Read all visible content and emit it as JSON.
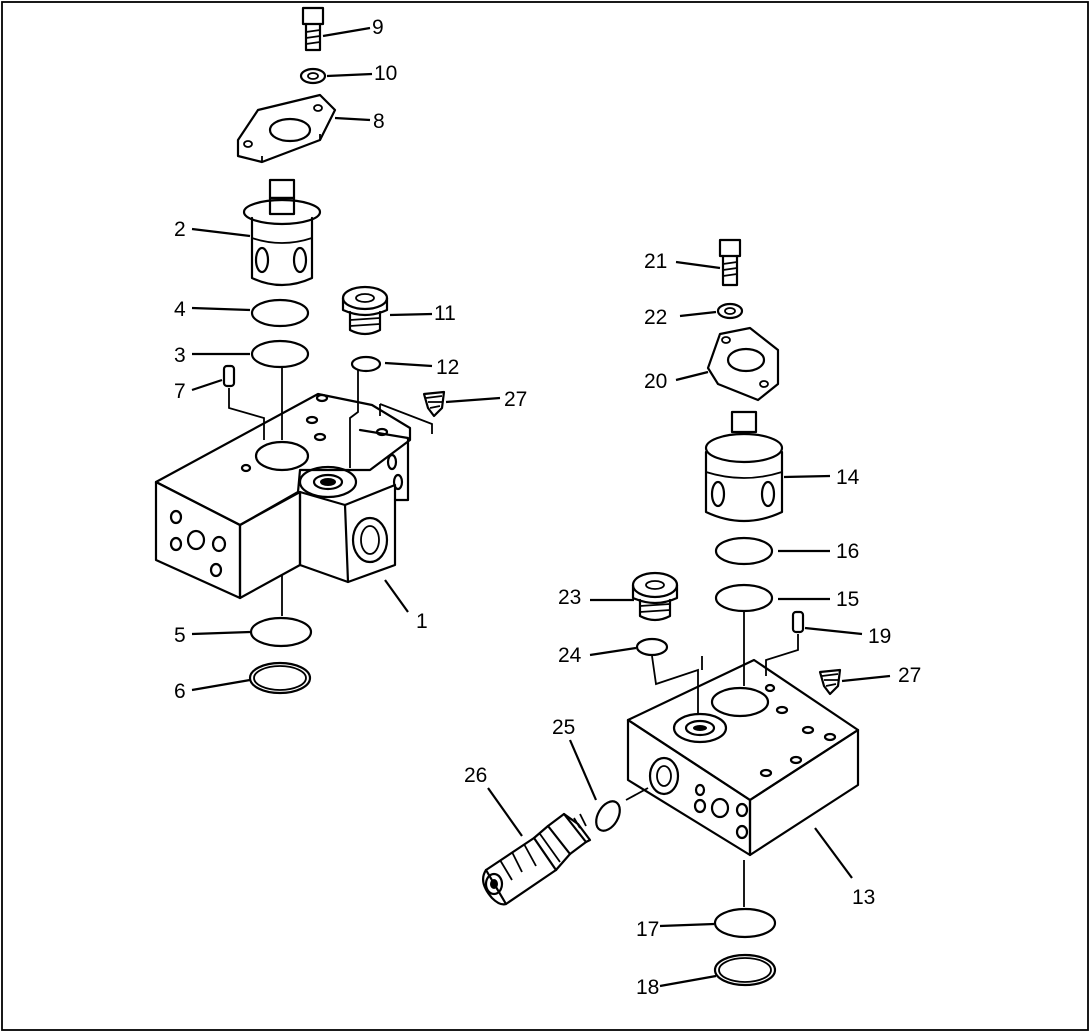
{
  "diagram": {
    "callouts": [
      "1",
      "2",
      "3",
      "4",
      "5",
      "6",
      "7",
      "8",
      "9",
      "10",
      "11",
      "12",
      "13",
      "14",
      "15",
      "16",
      "17",
      "18",
      "19",
      "20",
      "21",
      "22",
      "23",
      "24",
      "25",
      "26",
      "27",
      "27"
    ],
    "colors": {
      "ink": "#000000",
      "paper": "#ffffff"
    }
  }
}
